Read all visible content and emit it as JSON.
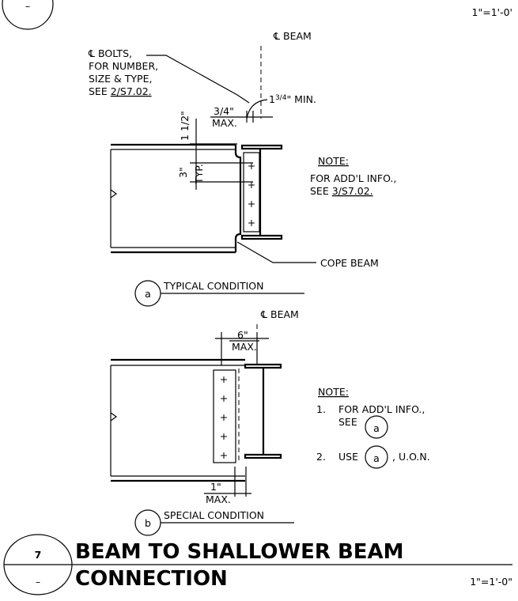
{
  "header": {
    "circle_label": "–",
    "scale": "1\"=1'-0'"
  },
  "detail_a": {
    "cl_beam": "℄ BEAM",
    "cl_bolts_lines": [
      "℄ BOLTS,",
      "FOR NUMBER,",
      "SIZE & TYPE,"
    ],
    "cl_bolts_see": "SEE ",
    "cl_bolts_ref": "2/S7.02.",
    "dim_34": "3/4\"",
    "dim_34_max": "MAX.",
    "dim_134_min": "1",
    "dim_134_frac": "3/4",
    "dim_134_tail": "\" MIN.",
    "dim_112": "1 1/2\"",
    "dim_3": "3\"",
    "dim_3_typ": "TYP.",
    "note_title": "NOTE:",
    "note_line1": "FOR ADD'L INFO.,",
    "note_see": "SEE ",
    "note_ref": "3/S7.02.",
    "cope_label": "COPE BEAM",
    "tag": "a",
    "title": "TYPICAL CONDITION"
  },
  "detail_b": {
    "cl_beam": "℄ BEAM",
    "dim_6": "6\"",
    "dim_6_max": "MAX.",
    "dim_1": "1\"",
    "dim_1_max": "MAX.",
    "note_title": "NOTE:",
    "note1_num": "1.",
    "note1_text": "FOR ADD'L INFO.,",
    "note1_see": "SEE",
    "note1_tag": "a",
    "note2_num": "2.",
    "note2_use": "USE",
    "note2_tag": "a",
    "note2_tail": ", U.O.N.",
    "tag": "b",
    "title": "SPECIAL CONDITION"
  },
  "footer": {
    "detail_number": "7",
    "sheet": "–",
    "title_line1": "BEAM TO SHALLOWER BEAM",
    "title_line2": "CONNECTION",
    "scale": "1\"=1'-0\""
  }
}
